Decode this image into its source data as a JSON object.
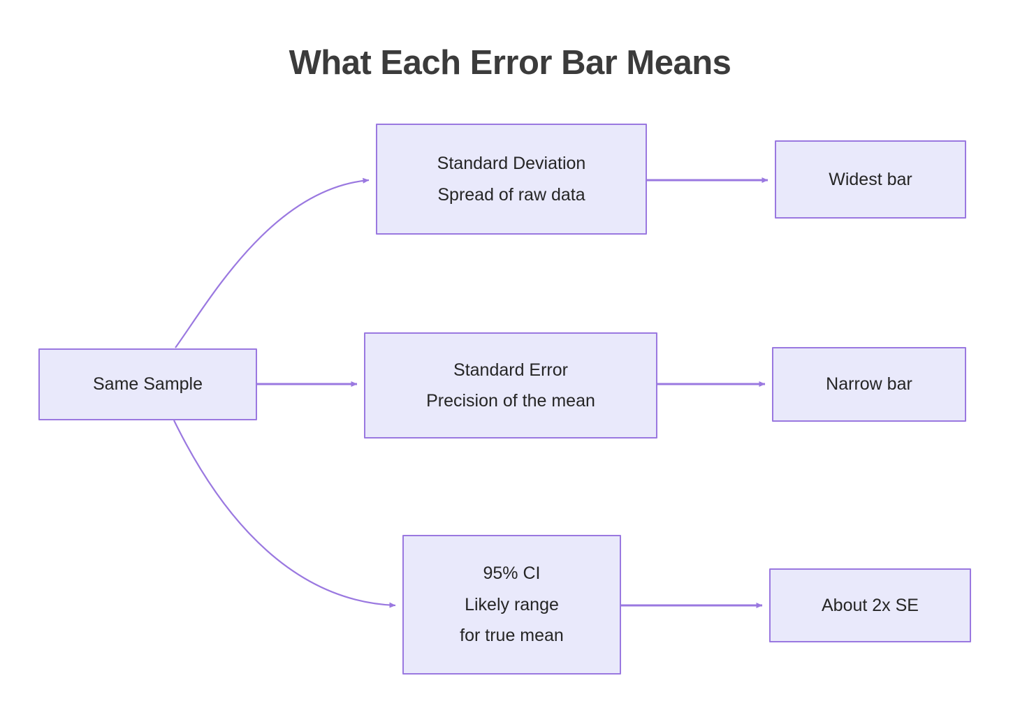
{
  "title": "What Each Error Bar Means",
  "theme": {
    "background": "#ffffff",
    "node_fill": "#e9e9fb",
    "node_border": "#9a78e0",
    "edge_color": "#9a78e0",
    "title_color": "#3b3b3b",
    "node_text_color": "#252525"
  },
  "nodes": {
    "source": {
      "label": "Same Sample"
    },
    "sd": {
      "line1": "Standard Deviation",
      "line2": "Spread of raw data"
    },
    "se": {
      "line1": "Standard Error",
      "line2": "Precision of the mean"
    },
    "ci": {
      "line1": "95% CI",
      "line2": "Likely range",
      "line3": "for true mean"
    },
    "widest": {
      "label": "Widest bar"
    },
    "narrow": {
      "label": "Narrow bar"
    },
    "about2xse": {
      "label": "About 2x SE"
    }
  },
  "edges": [
    {
      "id": "source-to-sd",
      "from": "Same Sample",
      "to": "Standard Deviation",
      "style": "curved",
      "arrow": "end"
    },
    {
      "id": "source-to-se",
      "from": "Same Sample",
      "to": "Standard Error",
      "style": "straight",
      "arrow": "end"
    },
    {
      "id": "source-to-ci",
      "from": "Same Sample",
      "to": "95% CI",
      "style": "curved",
      "arrow": "end"
    },
    {
      "id": "sd-to-widest",
      "from": "Standard Deviation",
      "to": "Widest bar",
      "style": "straight",
      "arrow": "end"
    },
    {
      "id": "se-to-narrow",
      "from": "Standard Error",
      "to": "Narrow bar",
      "style": "straight",
      "arrow": "end"
    },
    {
      "id": "ci-to-about2xse",
      "from": "95% CI",
      "to": "About 2x SE",
      "style": "straight",
      "arrow": "end"
    }
  ]
}
